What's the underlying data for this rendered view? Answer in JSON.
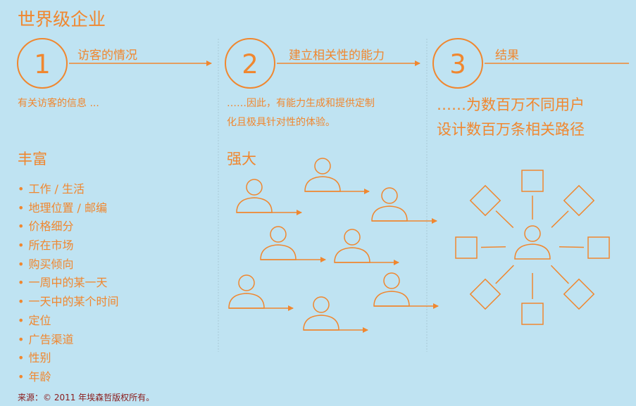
{
  "title": "世界级企业",
  "steps": [
    {
      "number": "1",
      "label": "访客的情况",
      "desc": "有关访客的信息 ..."
    },
    {
      "number": "2",
      "label": "建立相关性的能力",
      "desc_line1": "……因此，有能力生成和提供定制",
      "desc_line2": "化且极具针对性的体验。"
    },
    {
      "number": "3",
      "label": "结果",
      "desc_line1": "……为数百万不同用户",
      "desc_line2": "设计数百万条相关路径"
    }
  ],
  "section_rich": {
    "heading": "丰富",
    "items": [
      "工作 / 生活",
      "地理位置 / 邮编",
      "价格细分",
      "所在市场",
      "购买倾向",
      "一周中的某一天",
      "一天中的某个时间",
      "定位",
      "广告渠道",
      "性别",
      "年龄"
    ]
  },
  "section_strong": {
    "heading": "强大"
  },
  "source": "来源：© 2011 年埃森哲版权所有。",
  "colors": {
    "accent": "#f0872f",
    "background": "#bfe3f2",
    "source_text": "#8a1a1a"
  }
}
